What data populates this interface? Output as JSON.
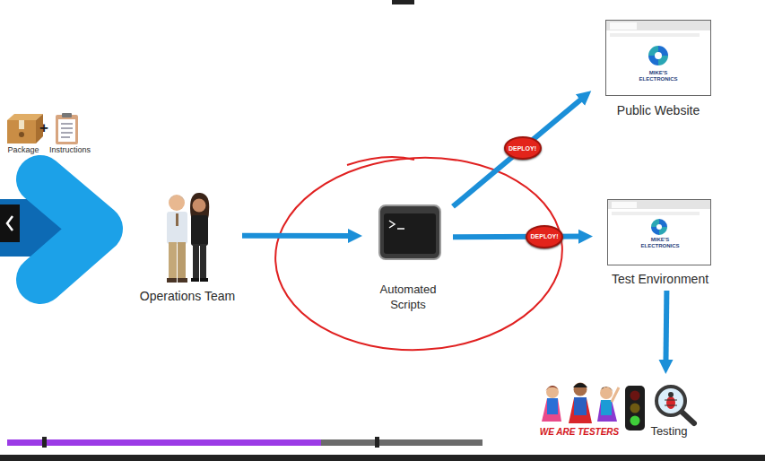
{
  "diagram": {
    "nodes": [
      {
        "text": [
          "Package"
        ]
      },
      {
        "text": [
          "Instructions"
        ]
      },
      {
        "text": [
          "Operations Team"
        ]
      },
      {
        "text": [
          "Automated Scripts"
        ]
      },
      {
        "text": [
          "MIKE'S ELECTRONICS",
          "Public Website"
        ]
      },
      {
        "text": [
          "MIKE'S ELECTRONICS",
          "Test Environment"
        ]
      },
      {
        "text": [
          "WE ARE TESTERS",
          "Testing"
        ]
      }
    ],
    "edges": [
      {
        "from": 2,
        "to": 3,
        "arrow": "to"
      },
      {
        "from": 3,
        "to": 4,
        "arrow": "to",
        "label": "DEPLOY!"
      },
      {
        "from": 3,
        "to": 5,
        "arrow": "to",
        "label": "DEPLOY!"
      },
      {
        "from": 5,
        "to": 6,
        "arrow": "to"
      }
    ],
    "labels": [
      "+"
    ]
  }
}
